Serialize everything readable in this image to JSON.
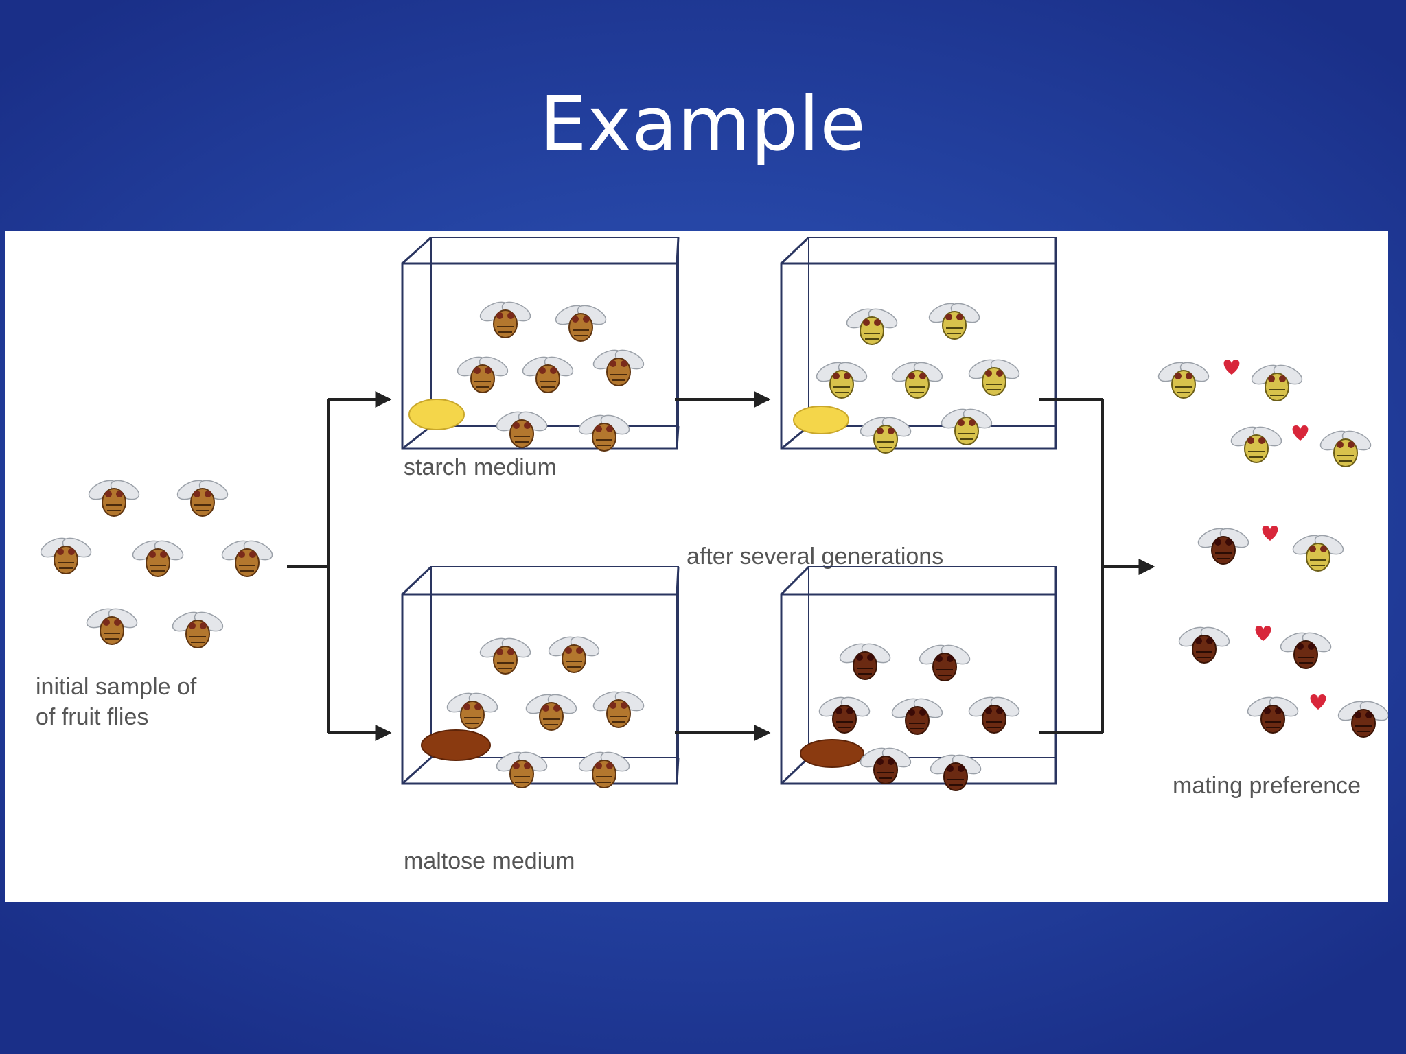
{
  "slide": {
    "title": "Example"
  },
  "diagram": {
    "labels": {
      "initial_line1": "initial sample of",
      "initial_line2": "of fruit flies",
      "starch": "starch medium",
      "after": "after several generations",
      "maltose": "maltose medium",
      "mating": "mating preference"
    },
    "colors": {
      "background": "#2646a6",
      "starch_food": "#f4d64a",
      "maltose_food": "#8a3a10",
      "fly_light": "#c9a44a",
      "fly_dark": "#6b2a12",
      "heart": "#d8263a",
      "box_line": "#2a3560"
    }
  }
}
